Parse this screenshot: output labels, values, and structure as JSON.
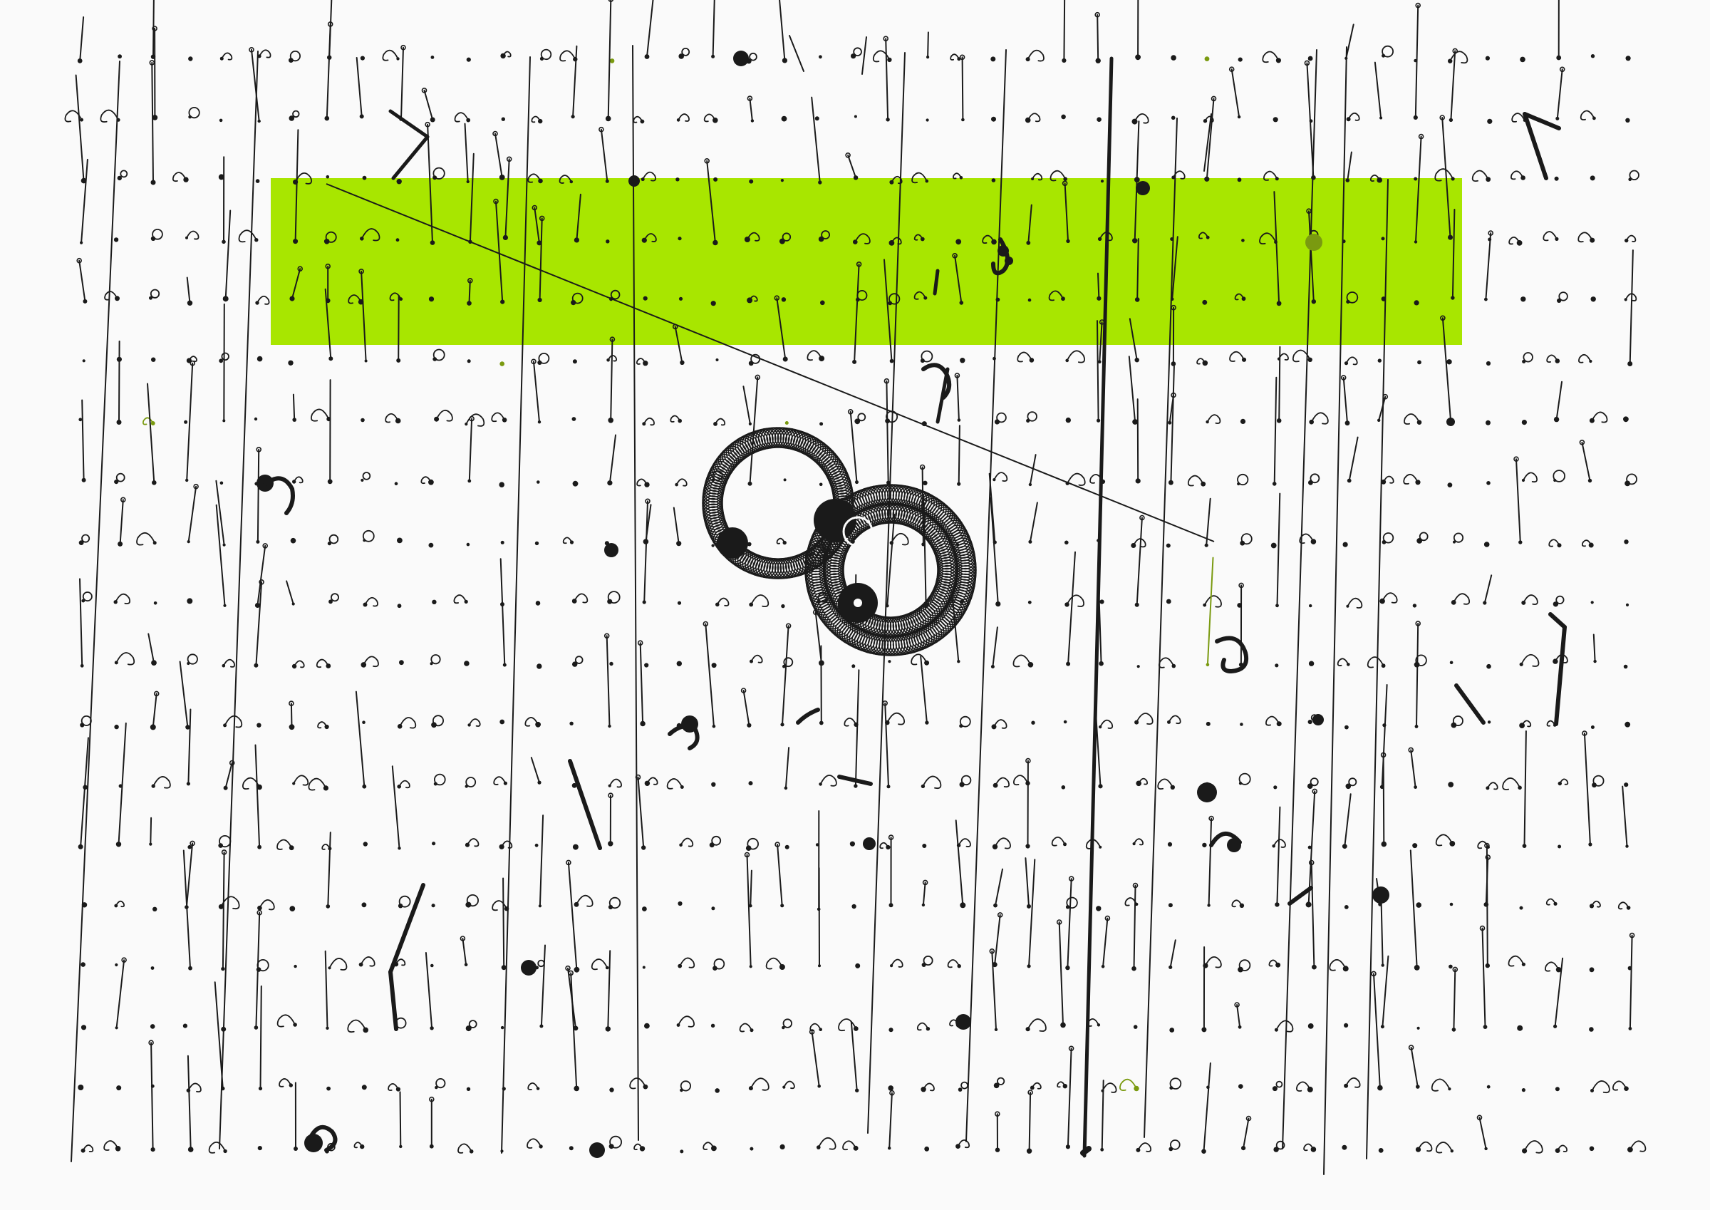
{
  "artwork": {
    "background_color": "#fafafa",
    "ink_color": "#1a1a1a",
    "accent_color": "#a8e600",
    "accent_dot_color": "#7a9a10",
    "dot_grid": {
      "columns": 45,
      "rows": 19
    },
    "motifs": [
      "stem",
      "hook",
      "curl",
      "dot",
      "spiral-ring"
    ]
  }
}
